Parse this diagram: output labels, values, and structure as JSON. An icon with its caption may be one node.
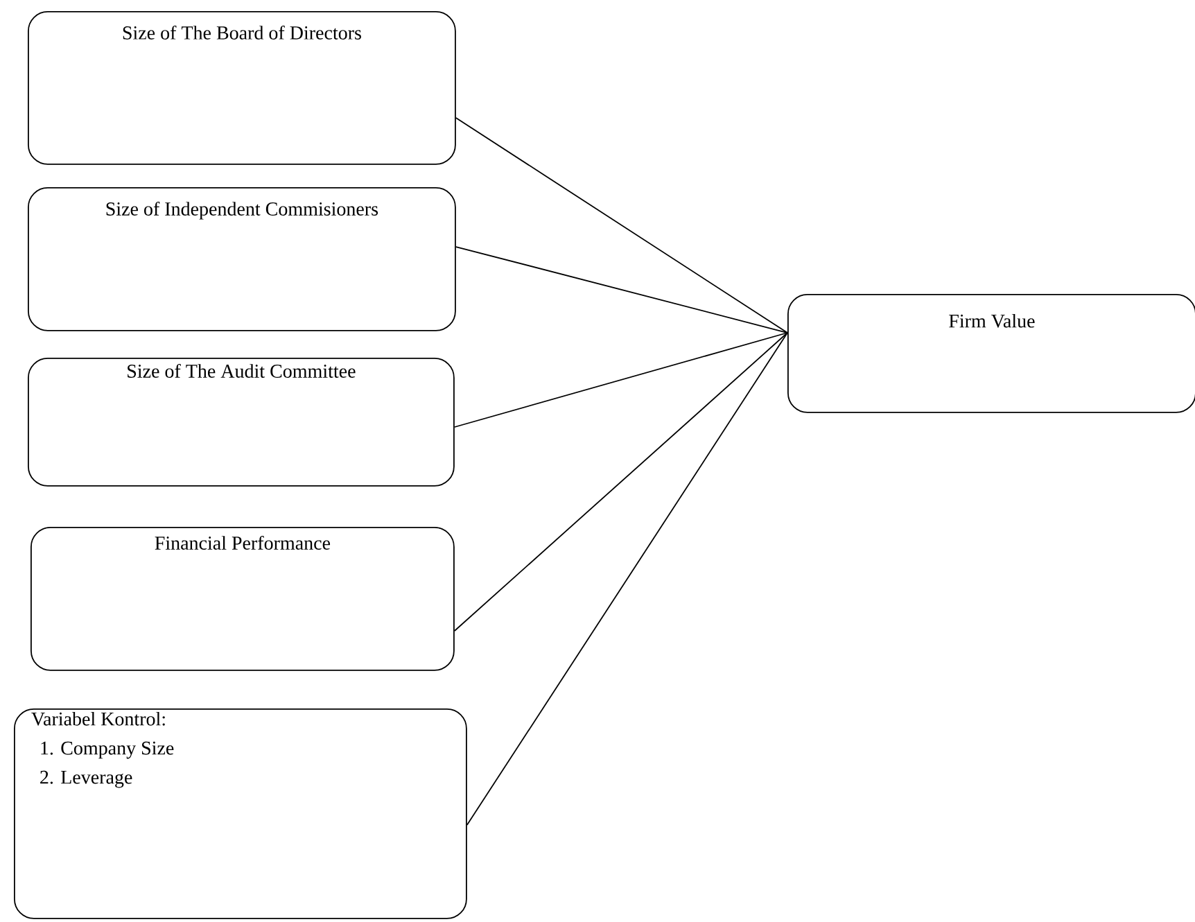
{
  "diagram": {
    "nodes": [
      {
        "text": [
          "Size of The Board of Directors"
        ]
      },
      {
        "text": [
          "Size of Independent Commisioners"
        ]
      },
      {
        "text": [
          "Size of The Audit Committee"
        ]
      },
      {
        "text": [
          "Financial Performance"
        ]
      },
      {
        "text": [
          "Variabel Kontrol:",
          "1. Company Size",
          "2. Leverage"
        ]
      },
      {
        "text": [
          "Firm Value"
        ]
      }
    ],
    "edges": [
      {
        "from": 0,
        "to": 5,
        "arrow": "none"
      },
      {
        "from": 1,
        "to": 5,
        "arrow": "none"
      },
      {
        "from": 2,
        "to": 5,
        "arrow": "none"
      },
      {
        "from": 3,
        "to": 5,
        "arrow": "none"
      },
      {
        "from": 4,
        "to": 5,
        "arrow": "none"
      }
    ]
  }
}
